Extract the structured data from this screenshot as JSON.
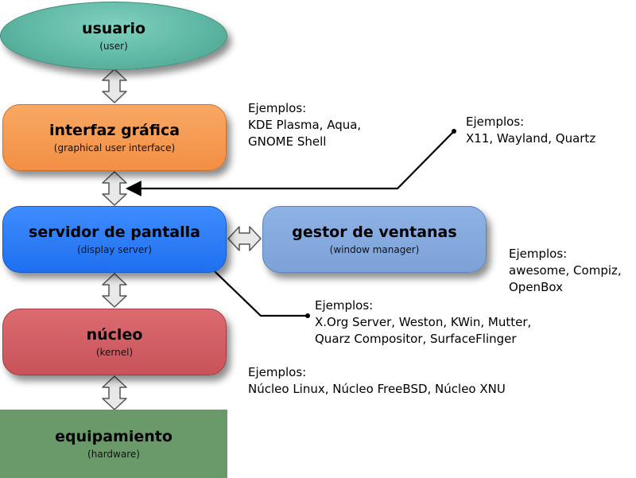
{
  "layers": {
    "usuario": {
      "title": "usuario",
      "subtitle": "(user)"
    },
    "interfaz": {
      "title": "interfaz gráfica",
      "subtitle": "(graphical user interface)"
    },
    "servidor": {
      "title": "servidor de pantalla",
      "subtitle": "(display server)"
    },
    "gestor": {
      "title": "gestor de ventanas",
      "subtitle": "(window manager)"
    },
    "nucleo": {
      "title": "núcleo",
      "subtitle": "(kernel)"
    },
    "equipamiento": {
      "title": "equipamiento",
      "subtitle": "(hardware)"
    }
  },
  "examples": {
    "gui": {
      "heading": "Ejemplos:",
      "lines": [
        "KDE Plasma, Aqua,",
        "GNOME Shell"
      ]
    },
    "protocol": {
      "heading": "Ejemplos:",
      "lines": [
        "X11, Wayland, Quartz"
      ]
    },
    "wm": {
      "heading": "Ejemplos:",
      "lines": [
        "awesome, Compiz,",
        "OpenBox"
      ]
    },
    "display": {
      "heading": "Ejemplos:",
      "lines": [
        "X.Org Server, Weston, KWin, Mutter,",
        "Quarz Compositor, SurfaceFlinger"
      ]
    },
    "kernel": {
      "heading": "Ejemplos:",
      "lines": [
        "Núcleo Linux, Núcleo FreeBSD, Núcleo XNU"
      ]
    }
  },
  "colors": {
    "usuario": "#5fb8a4",
    "interfaz": "#f6994f",
    "servidor": "#2d7ef8",
    "gestor": "#86aade",
    "nucleo": "#d05e64",
    "equipamiento": "#6a9a6a",
    "double_arrow_fill": "#e8e8e8",
    "double_arrow_stroke": "#555555",
    "pointer_line": "#000000"
  }
}
